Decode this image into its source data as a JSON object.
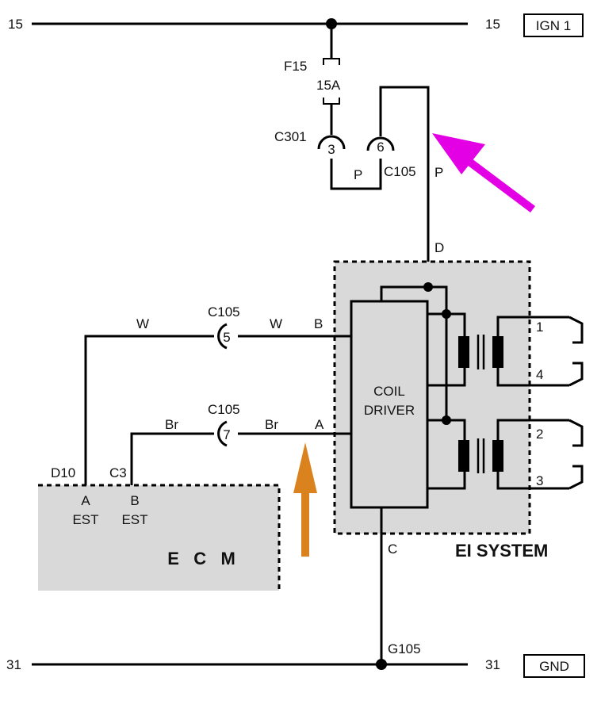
{
  "rails": {
    "top_left": "15",
    "top_right": "15",
    "top_box": "IGN 1",
    "bottom_left": "31",
    "bottom_right": "31",
    "bottom_box": "GND"
  },
  "fuse": {
    "name": "F15",
    "rating": "15A"
  },
  "connectors": {
    "c301_label": "C301",
    "c301_pin": "3",
    "c105_top_label": "C105",
    "c105_top_pin": "6",
    "c105_w_label": "C105",
    "c105_w_pin": "5",
    "c105_br_label": "C105",
    "c105_br_pin": "7"
  },
  "wires": {
    "p1": "P",
    "p2": "P",
    "w_left": "W",
    "w_right": "W",
    "br_left": "Br",
    "br_right": "Br"
  },
  "terminals": {
    "d": "D",
    "b": "B",
    "a": "A",
    "c": "C",
    "ground": "G105"
  },
  "coil_driver": {
    "line1": "COIL",
    "line2": "DRIVER"
  },
  "ei_system": {
    "label": "EI SYSTEM"
  },
  "plugs": {
    "p1": "1",
    "p4": "4",
    "p2": "2",
    "p3": "3"
  },
  "ecm": {
    "pin_d10": "D10",
    "pin_c3": "C3",
    "a_letter": "A",
    "a_est": "EST",
    "b_letter": "B",
    "b_est": "EST",
    "title": "E   C   M"
  },
  "colors": {
    "wire": "#000000",
    "module_fill": "#d9d9d9",
    "magenta_arrow": "#e400e4",
    "orange_arrow": "#d9821e"
  }
}
